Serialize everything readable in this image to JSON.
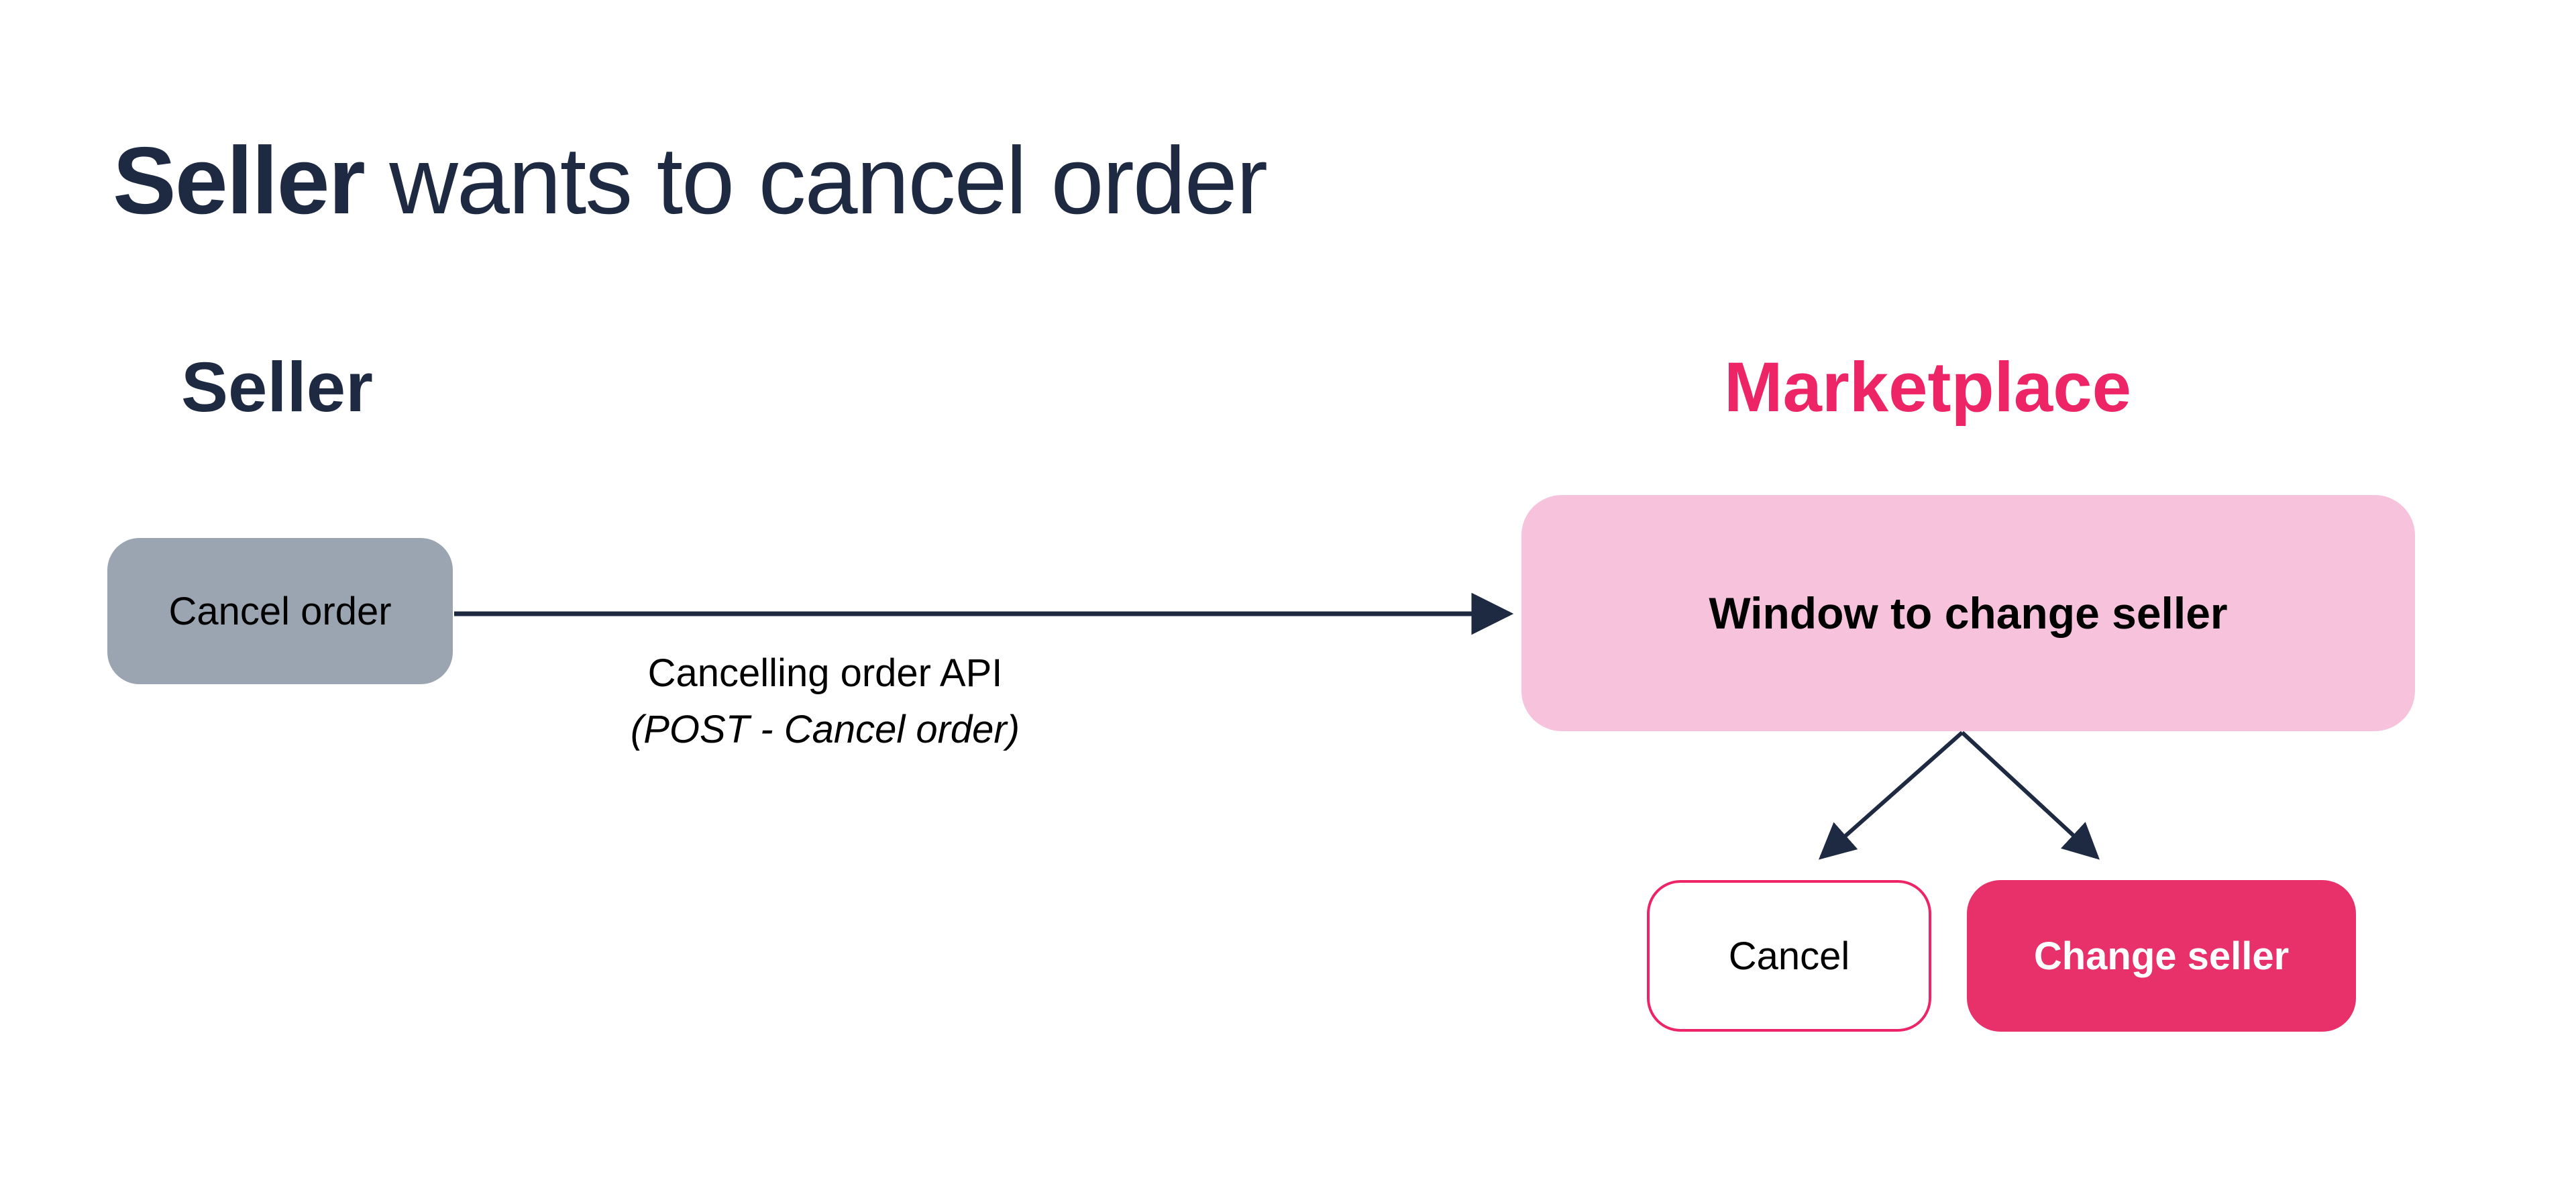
{
  "slide": {
    "title": {
      "bold": "Seller",
      "rest": " wants to cancel order"
    }
  },
  "columns": {
    "seller": {
      "label": "Seller"
    },
    "marketplace": {
      "label": "Marketplace"
    }
  },
  "diagram": {
    "cancel_order_box": {
      "label": "Cancel order"
    },
    "arrow_label": {
      "line1": "Cancelling order API",
      "line2": "(POST - Cancel order)"
    },
    "window_box": {
      "label": "Window to change seller"
    },
    "cancel_button": {
      "label": "Cancel"
    },
    "change_seller_button": {
      "label": "Change seller"
    }
  },
  "colors": {
    "navy_text": "#1E2A42",
    "marketplace_pink": "#ED2567",
    "button_pink": "#E8316B",
    "light_pink_fill": "#F7C3DC",
    "gray_box_fill": "#9BA5B2",
    "black_text": "#000000",
    "background": "#FFFFFF"
  }
}
